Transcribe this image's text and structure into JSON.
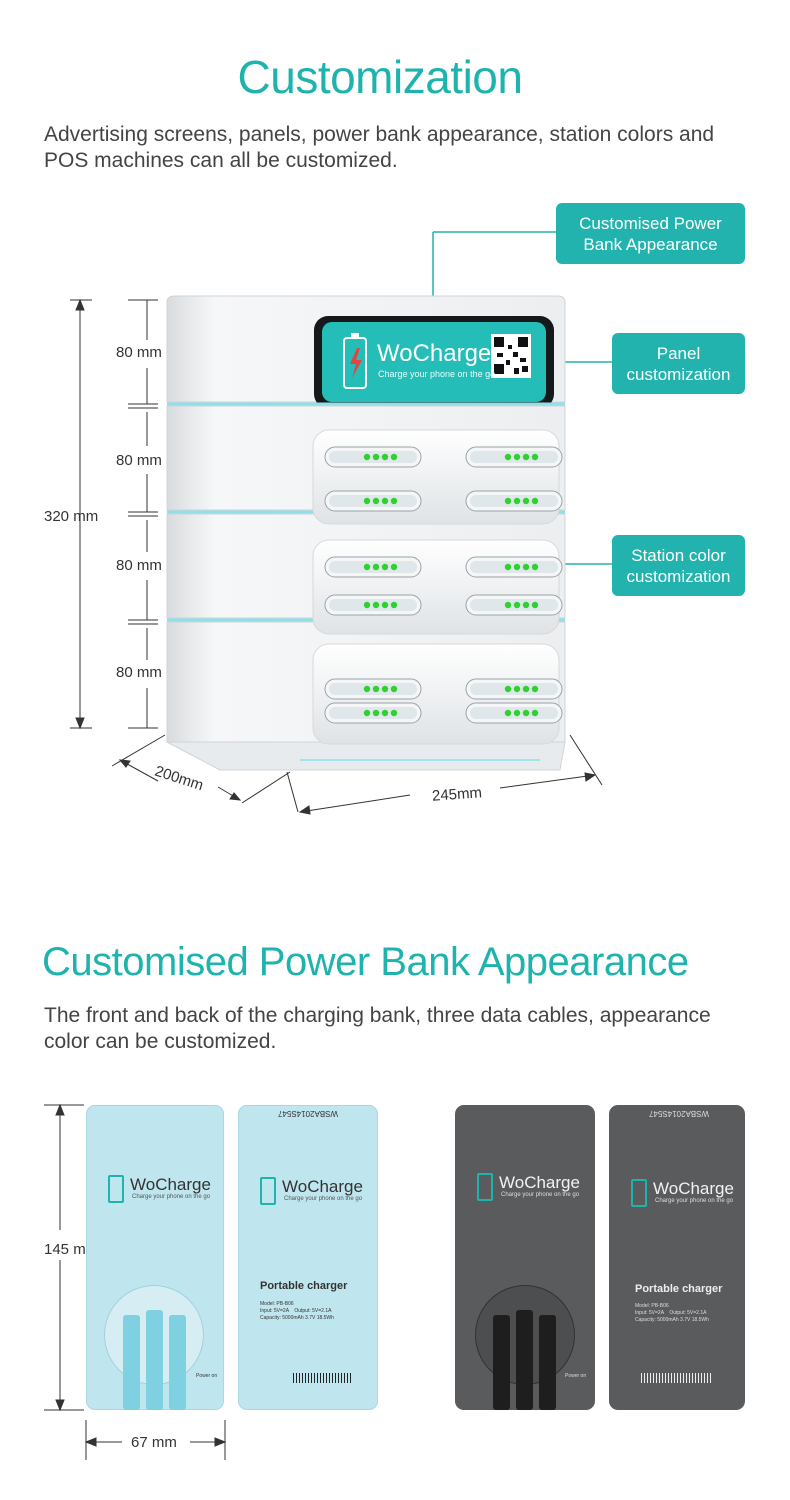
{
  "section1": {
    "title": "Customization",
    "description": "Advertising screens, panels, power bank appearance, station colors and POS machines can all be customized.",
    "callouts": {
      "power_bank": "Customised Power Bank Appearance",
      "panel": "Panel customization",
      "station_color": "Station color customization"
    },
    "dimensions": {
      "module_height_1": "80 mm",
      "module_height_2": "80 mm",
      "module_height_3": "80 mm",
      "module_height_4": "80 mm",
      "total_height": "320 mm",
      "depth": "200mm",
      "width": "245mm"
    },
    "screen": {
      "brand": "WoCharge",
      "tagline": "Charge your phone on the go"
    }
  },
  "section2": {
    "title": "Customised Power Bank Appearance",
    "description": "The front and back of the charging bank, three data cables, appearance color can be customized.",
    "dimensions": {
      "height": "145 mm",
      "width": "67 mm"
    },
    "power_banks": {
      "brand": "WoCharge",
      "tagline": "Charge your phone on the go",
      "back_label": "Portable charger",
      "serial": "WSBA2014S547",
      "power_on": "Power on",
      "spec_light": "Model: PB-B06\nInput: 5V=2A    Output: 5V=2.1A\nCapacity: 5000mAh 3.7V 18.5Wh",
      "spec_dark": "Model: PB-B06\nInput: 5V=2A    Output: 5V=2.1A\nCapacity: 5000mAh 3.7V 18.5Wh"
    }
  },
  "colors": {
    "accent": "#23b3ae",
    "light_bank": "#bfe6ee",
    "dark_bank": "#5a5b5d",
    "led": "#2fd12f"
  }
}
